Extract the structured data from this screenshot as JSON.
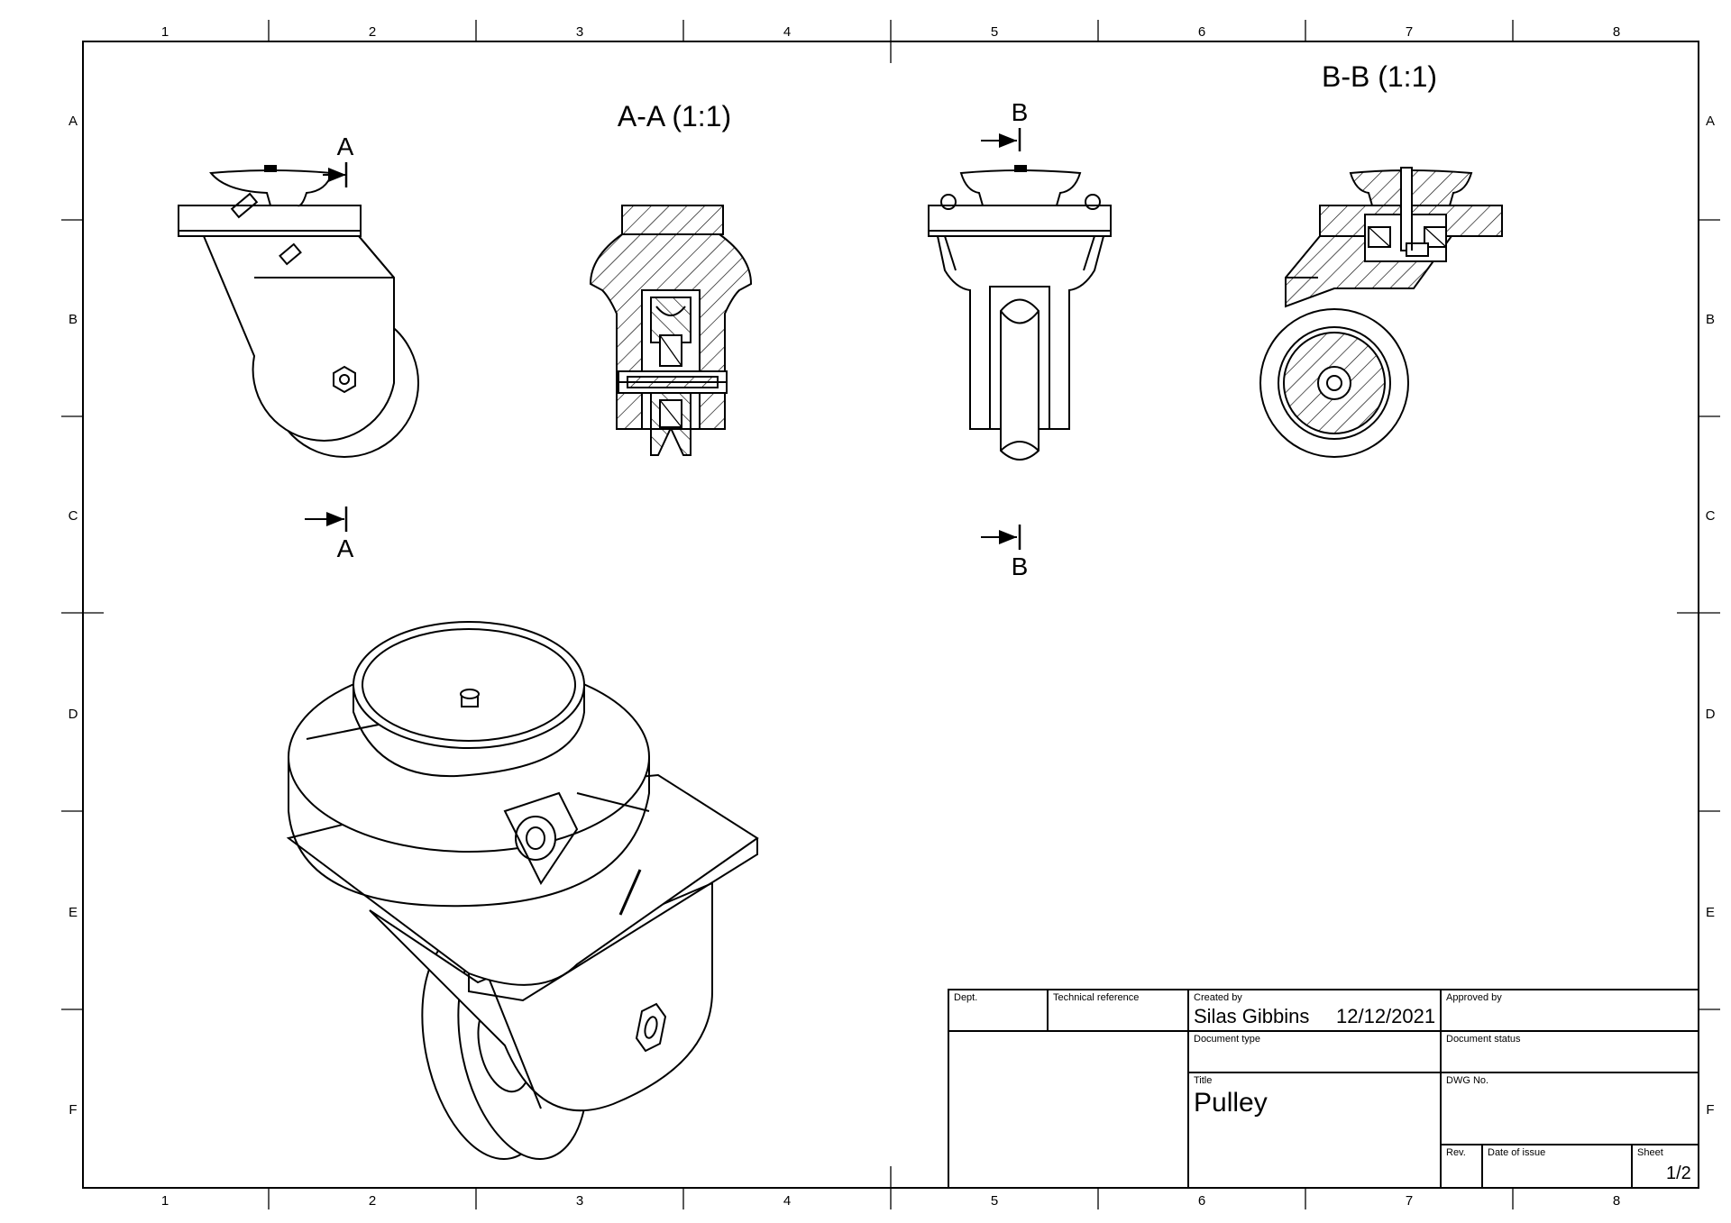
{
  "sheet": {
    "col_labels": [
      "1",
      "2",
      "3",
      "4",
      "5",
      "6",
      "7",
      "8"
    ],
    "row_labels": [
      "A",
      "B",
      "C",
      "D",
      "E",
      "F"
    ]
  },
  "views": {
    "section_aa_title": "A-A (1:1)",
    "section_bb_title": "B-B (1:1)",
    "cut_a_label": "A",
    "cut_b_label": "B"
  },
  "title_block": {
    "dept_label": "Dept.",
    "tech_ref_label": "Technical reference",
    "created_by_label": "Created by",
    "created_by_value": "Silas Gibbins",
    "created_date": "12/12/2021",
    "approved_by_label": "Approved by",
    "doc_type_label": "Document type",
    "doc_status_label": "Document status",
    "title_label": "Title",
    "title_value": "Pulley",
    "dwg_no_label": "DWG No.",
    "rev_label": "Rev.",
    "date_of_issue_label": "Date of issue",
    "sheet_label": "Sheet",
    "sheet_value": "1/2"
  }
}
